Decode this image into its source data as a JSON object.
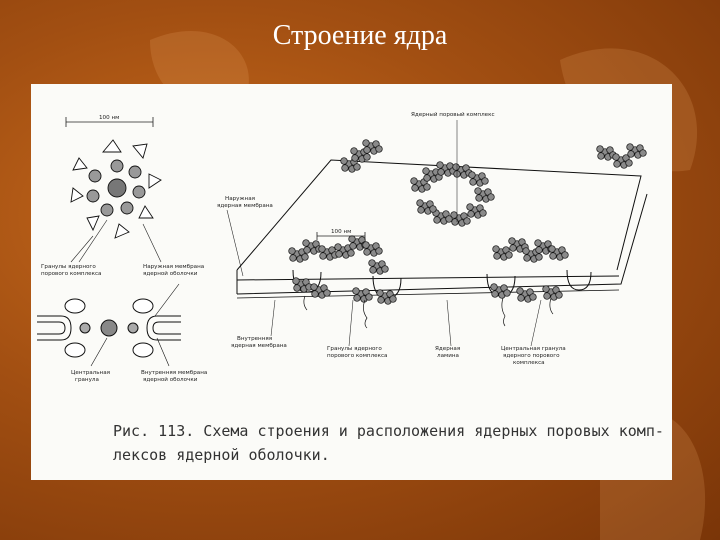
{
  "slide": {
    "title": "Строение ядра"
  },
  "figure": {
    "scale_left": "100 нм",
    "scale_right": "100 нм",
    "labels": {
      "pore_complex": "Ядерный поровый комплекс",
      "outer_membrane_right_1": "Наружная",
      "outer_membrane_right_2": "ядерная мембрана",
      "granules_left_1": "Гранулы ядерного",
      "granules_left_2": "порового комплекса",
      "outer_membrane_left_1": "Наружная мембрана",
      "outer_membrane_left_2": "ядерной оболочки",
      "inner_membrane_right_1": "Внутренняя",
      "inner_membrane_right_2": "ядерная мембрана",
      "granules_right_1": "Гранулы ядерного",
      "granules_right_2": "порового комплекса",
      "lamina_1": "Ядерная",
      "lamina_2": "ламина",
      "central_right_1": "Центральная гранула",
      "central_right_2": "ядерного порового",
      "central_right_3": "комплекса",
      "central_left_1": "Центральная",
      "central_left_2": "гранула",
      "inner_membrane_left_1": "Внутренняя мембрана",
      "inner_membrane_left_2": "ядерной оболочки"
    },
    "caption_line1": "Рис. 113.  Схема строения и расположения ядерных поровых комп-",
    "caption_line2": "лексов ядерной оболочки."
  }
}
